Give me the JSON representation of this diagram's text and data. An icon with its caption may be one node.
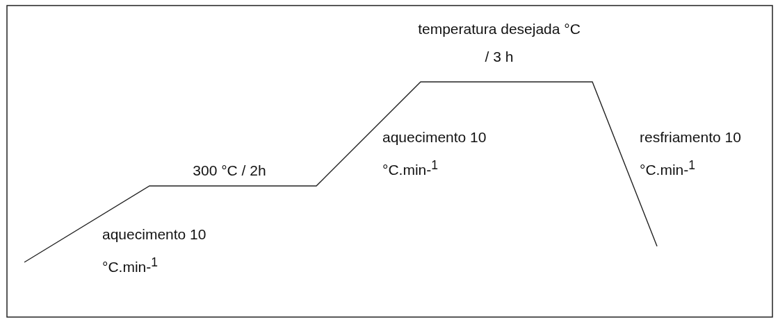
{
  "diagram": {
    "labels": [
      "temperatura desejada °C / 3 h",
      "aquecimento 10 °C.min-$^{1}$",
      "resfriamento 10 °C.min-$^{1}$",
      "300 °C / 2h",
      "aquecimento 10 °C.min-$^{1}$"
    ]
  }
}
